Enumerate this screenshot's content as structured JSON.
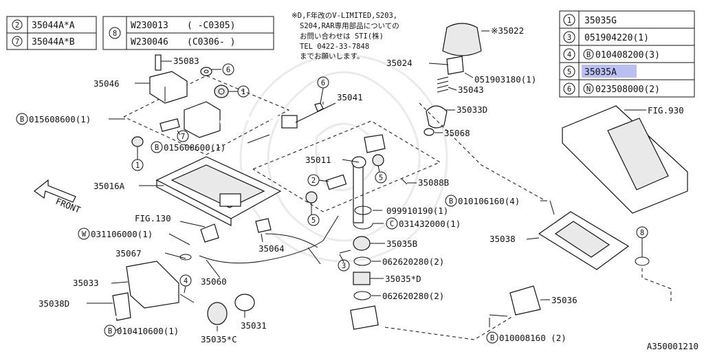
{
  "table_left": {
    "rows": [
      {
        "key": "2",
        "code": "35044A*A"
      },
      {
        "key": "7",
        "code": "35044A*B"
      }
    ]
  },
  "table_mid": {
    "key": "8",
    "rows": [
      {
        "code": "W230013",
        "range": "(    -C0305)"
      },
      {
        "code": "W230046",
        "range": "(C0306-    )"
      }
    ]
  },
  "note": {
    "lines": [
      "※D,F年改のV-LIMITED,S203,",
      "S204,RAR専用部品についての",
      "お問い合わせは STI(株)",
      "TEL 0422-33-7848",
      "までお願いします。"
    ]
  },
  "table_right": {
    "rows": [
      {
        "key": "1",
        "code": "35035G",
        "prefix": "",
        "highlight": false
      },
      {
        "key": "3",
        "code": "051904220(1)",
        "prefix": "",
        "highlight": false
      },
      {
        "key": "4",
        "code": "010408200(3)",
        "prefix": "B",
        "highlight": false
      },
      {
        "key": "5",
        "code": "35035A",
        "prefix": "",
        "highlight": true
      },
      {
        "key": "6",
        "code": "023508000(2)",
        "prefix": "N",
        "highlight": false
      }
    ]
  },
  "labels": {
    "l35083": "35083",
    "l35046": "35046",
    "l6a": "6",
    "l1a": "1",
    "lB015608600a": "015608600(1)",
    "l7": "7",
    "lB015608600b": "015608600(1)",
    "l1b": "1",
    "l35041": "35041",
    "l6b": "6",
    "l35011": "35011",
    "l2": "2",
    "l5a": "5",
    "l35088B": "35088B",
    "l5b": "5",
    "l35016A": "35016A",
    "front": "FRONT",
    "fig130": "FIG.130",
    "lW031106000": "031106000(1)",
    "l35067": "35067",
    "l35064": "35064",
    "l35033": "35033",
    "l4": "4",
    "l35038D": "35038D",
    "l35060": "35060",
    "lB010410600": "010410600(1)",
    "l35031": "35031",
    "l35035C": "35035*C",
    "l35022": "※35022",
    "l35024": "35024",
    "l051903180": "051903180(1)",
    "l35043": "35043",
    "l35033D": "35033D",
    "l35068": "35068",
    "l099910190": "099910190(1)",
    "lC031432000": "031432000(1)",
    "l35035B": "35035B",
    "l3": "3",
    "l062620280a": "062620280(2)",
    "l35035D": "35035*D",
    "l062620280b": "062620280(2)",
    "lB010106160": "010106160(4)",
    "l35038": "35038",
    "l8": "8",
    "fig930": "FIG.930",
    "l35036": "35036",
    "lB010008160": "010008160 (2)",
    "diagram_id": "A350001210",
    "circ_B": "B",
    "circ_W": "W",
    "circ_C": "C",
    "circ_N": "N"
  }
}
